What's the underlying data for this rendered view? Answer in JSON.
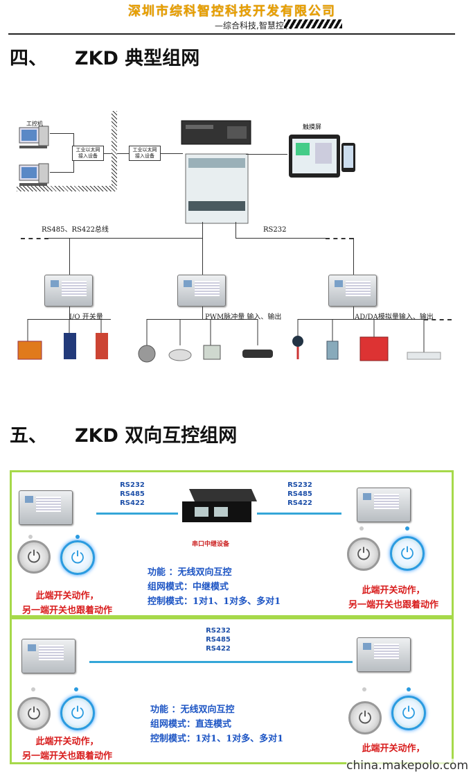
{
  "header": {
    "company": "深圳市综科智控科技开发有限公司",
    "slogan": "—综合科技,智慧控制"
  },
  "section4": {
    "num": "四、",
    "title": "ZKD 典型组网"
  },
  "section5": {
    "num": "五、",
    "title": "ZKD 双向互控组网"
  },
  "diagram1": {
    "pc_label": "工控机",
    "eth_box1": "工业以太网接入设备",
    "eth_box2": "工业以太网接入设备",
    "touch_label": "触摸屏",
    "bus_left": "RS485、RS422总线",
    "bus_right": "RS232",
    "io_label": "I/O 开关量",
    "pwm_label": "PWM脉冲量 输入、输出",
    "adda_label": "AD/DA模拟量输入、输出"
  },
  "diagram2": {
    "rs_a": "RS232",
    "rs_b": "RS485",
    "rs_c": "RS422",
    "relay_label": "串口中继设备",
    "panel1": {
      "func": "功能  ：无线双向互控",
      "net": "组网模式：中继模式",
      "ctrl": "控制模式：1对1、1对多、多对1"
    },
    "panel2": {
      "func": "功能  ：无线双向互控",
      "net": "组网模式：直连模式",
      "ctrl": "控制模式：1对1、1对多、多对1"
    },
    "note1": "此端开关动作，",
    "note2": "另一端开关也跟着动作"
  },
  "watermark": "china.makepolo.com",
  "colors": {
    "accent_green": "#a6d94a",
    "cable_blue": "#34a6d8",
    "note_red": "#d81c1c",
    "text_blue": "#1d55c4",
    "brand_orange": "#e8a000"
  }
}
